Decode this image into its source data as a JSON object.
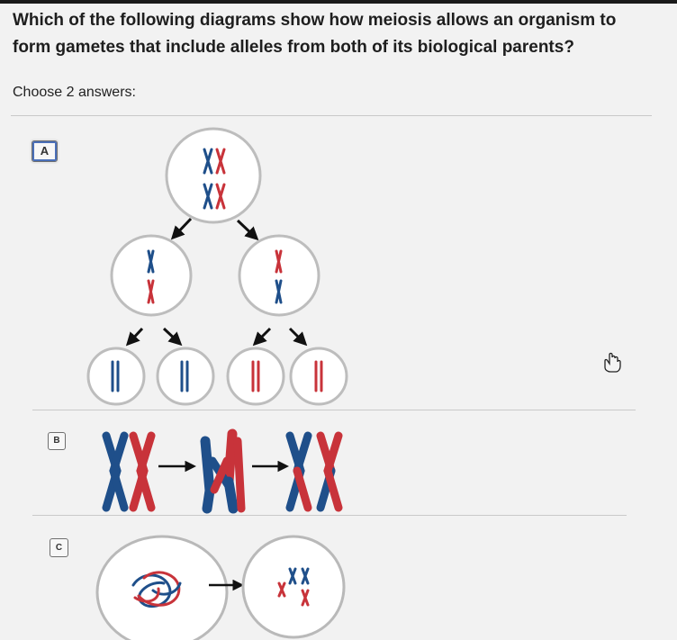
{
  "question": {
    "line1": "Which of the following diagrams show how meiosis allows an organism to",
    "line2": "form gametes that include alleles from both of its biological parents?"
  },
  "instruction": "Choose 2 answers:",
  "choices": [
    {
      "label": "A",
      "selected": true
    },
    {
      "label": "B",
      "selected": false
    },
    {
      "label": "C",
      "selected": false
    }
  ],
  "colors": {
    "background": "#f2f2f2",
    "chromosome_blue": "#1f4f8a",
    "chromosome_red": "#c8333a",
    "cell_fill": "#ffffff",
    "cell_border": "#b9b9b9",
    "selected_outline": "#4a78c8"
  },
  "icons": [
    "arrow-icon",
    "hand-pointer-icon"
  ]
}
